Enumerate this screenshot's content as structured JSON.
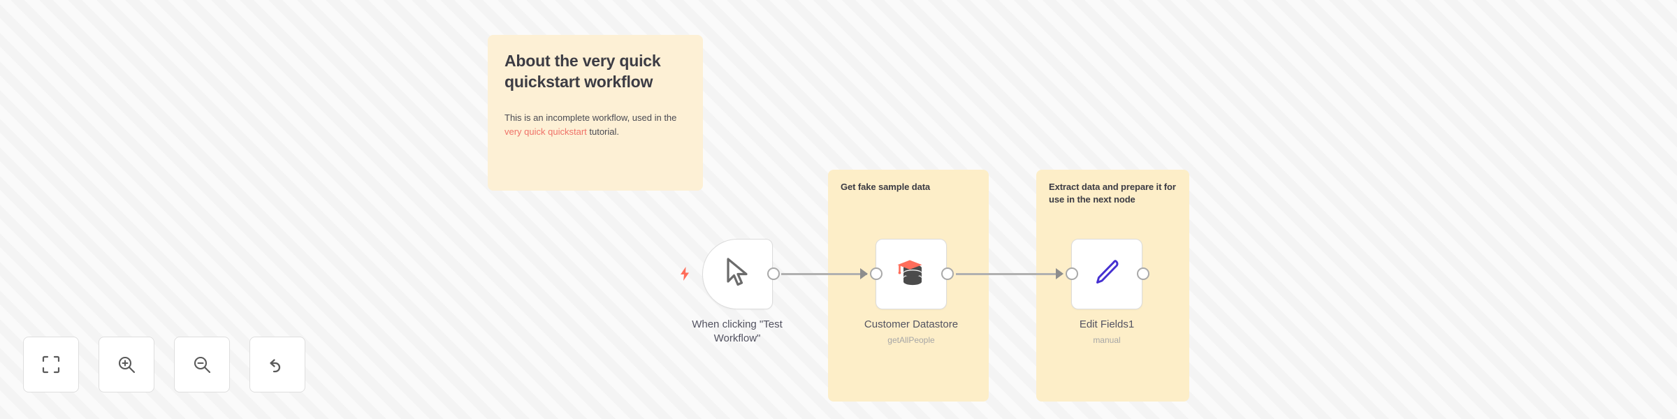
{
  "canvas": {
    "background_color": "#f6f6f6",
    "stripe_color": "#fafafa"
  },
  "sticky_note": {
    "title": "About the very quick quickstart workflow",
    "body_before_link": "This is an incomplete workflow, used in the ",
    "link_text": "very quick quickstart",
    "body_after_link": " tutorial.",
    "background_color": "#fdf0d5",
    "link_color": "#ef7167"
  },
  "group_notes": [
    {
      "label": "Get fake sample data",
      "background_color": "#fdeec8"
    },
    {
      "label": "Extract data and prepare it for use in the next node",
      "background_color": "#fdeec8"
    }
  ],
  "nodes": [
    {
      "name": "When clicking \"Test Workflow\"",
      "subtitle": "",
      "icon": "cursor-pointer-icon",
      "type": "trigger",
      "icon_color": "#6b6b6b"
    },
    {
      "name": "Customer Datastore",
      "subtitle": "getAllPeople",
      "icon": "graduation-cap-database-icon",
      "type": "action",
      "icon_color": "#ff6d5a"
    },
    {
      "name": "Edit Fields1",
      "subtitle": "manual",
      "icon": "pencil-icon",
      "type": "action",
      "icon_color": "#4631d1"
    }
  ],
  "connections": [
    {
      "from": "When clicking \"Test Workflow\"",
      "to": "Customer Datastore"
    },
    {
      "from": "Customer Datastore",
      "to": "Edit Fields1"
    }
  ],
  "toolbar": {
    "buttons": [
      {
        "label": "Zoom to fit",
        "icon": "zoom-to-fit-icon"
      },
      {
        "label": "Zoom in",
        "icon": "zoom-in-icon"
      },
      {
        "label": "Zoom out",
        "icon": "zoom-out-icon"
      },
      {
        "label": "Reset zoom",
        "icon": "reset-zoom-icon"
      }
    ]
  }
}
